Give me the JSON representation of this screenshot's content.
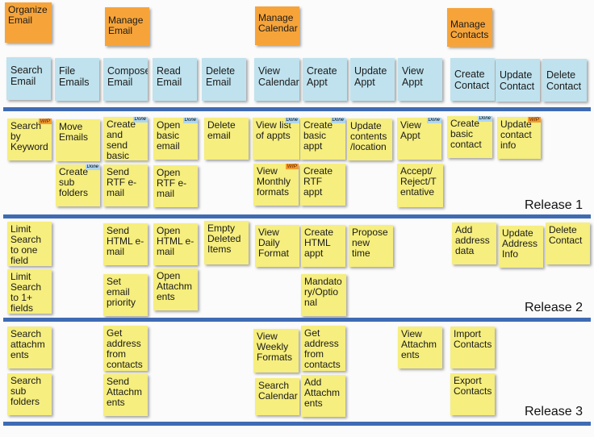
{
  "activities": [
    {
      "id": "o1",
      "text": "Organize Email"
    },
    {
      "id": "o2",
      "text": "Manage Email"
    },
    {
      "id": "o3",
      "text": "Manage Calendar"
    },
    {
      "id": "o4",
      "text": "Manage Contacts"
    }
  ],
  "tasks": [
    "Search Email",
    "File Emails",
    "Compose Email",
    "Read Email",
    "Delete Email",
    "View Calendar",
    "Create Appt",
    "Update Appt",
    "View Appt",
    "Create Contact",
    "Update Contact",
    "Delete Contact"
  ],
  "stories": [
    {
      "text": "Search by Keyword",
      "tag": "WIP"
    },
    {
      "text": "Move Emails",
      "tag": ""
    },
    {
      "text": "Create and send basic email",
      "tag": "Done"
    },
    {
      "text": "Open basic email",
      "tag": "Done"
    },
    {
      "text": "Delete email",
      "tag": ""
    },
    {
      "text": "View list of appts",
      "tag": "Done"
    },
    {
      "text": "Create basic appt",
      "tag": "Done"
    },
    {
      "text": "Update contents /location",
      "tag": ""
    },
    {
      "text": "View Appt",
      "tag": "Done"
    },
    {
      "text": "Create basic contact",
      "tag": "Done"
    },
    {
      "text": "Update contact info",
      "tag": "WIP"
    },
    {
      "text": "Create sub folders",
      "tag": "Done"
    },
    {
      "text": "Send RTF e-mail",
      "tag": ""
    },
    {
      "text": "Open RTF e-mail",
      "tag": ""
    },
    {
      "text": "View Monthly formats",
      "tag": "WIP"
    },
    {
      "text": "Create RTF appt",
      "tag": ""
    },
    {
      "text": "Accept/ Reject/T entative",
      "tag": ""
    },
    {
      "text": "Limit Search to one field",
      "tag": ""
    },
    {
      "text": "Send HTML e-mail",
      "tag": ""
    },
    {
      "text": "Open HTML e-mail",
      "tag": ""
    },
    {
      "text": "Empty Deleted Items",
      "tag": ""
    },
    {
      "text": "View Daily Format",
      "tag": ""
    },
    {
      "text": "Create HTML appt",
      "tag": ""
    },
    {
      "text": "Propose new time",
      "tag": ""
    },
    {
      "text": "Add address data",
      "tag": ""
    },
    {
      "text": "Update Address Info",
      "tag": ""
    },
    {
      "text": "Delete Contact",
      "tag": ""
    },
    {
      "text": "Limit Search to 1+ fields",
      "tag": ""
    },
    {
      "text": "Set email priority",
      "tag": ""
    },
    {
      "text": "Open Attachm ents",
      "tag": ""
    },
    {
      "text": "Mandato ry/Optio nal",
      "tag": ""
    },
    {
      "text": "Search attachm ents",
      "tag": ""
    },
    {
      "text": "Get address from contacts",
      "tag": ""
    },
    {
      "text": "View Weekly Formats",
      "tag": ""
    },
    {
      "text": "Get address from contacts",
      "tag": ""
    },
    {
      "text": "View Attachm ents",
      "tag": ""
    },
    {
      "text": "Import Contacts",
      "tag": ""
    },
    {
      "text": "Search sub folders",
      "tag": ""
    },
    {
      "text": "Send Attachm ents",
      "tag": ""
    },
    {
      "text": "Search Calendar",
      "tag": ""
    },
    {
      "text": "Add Attachm ents",
      "tag": ""
    },
    {
      "text": "Export Contacts",
      "tag": ""
    }
  ],
  "releases": [
    "Release 1",
    "Release 2",
    "Release 3"
  ],
  "colors": {
    "activity": "#f6a43a",
    "task": "#bfe2ee",
    "story": "#f6ee7e",
    "divider": "#3f6bb3",
    "done_tag": "#aed6f0",
    "wip_tag": "#f39a2c"
  }
}
